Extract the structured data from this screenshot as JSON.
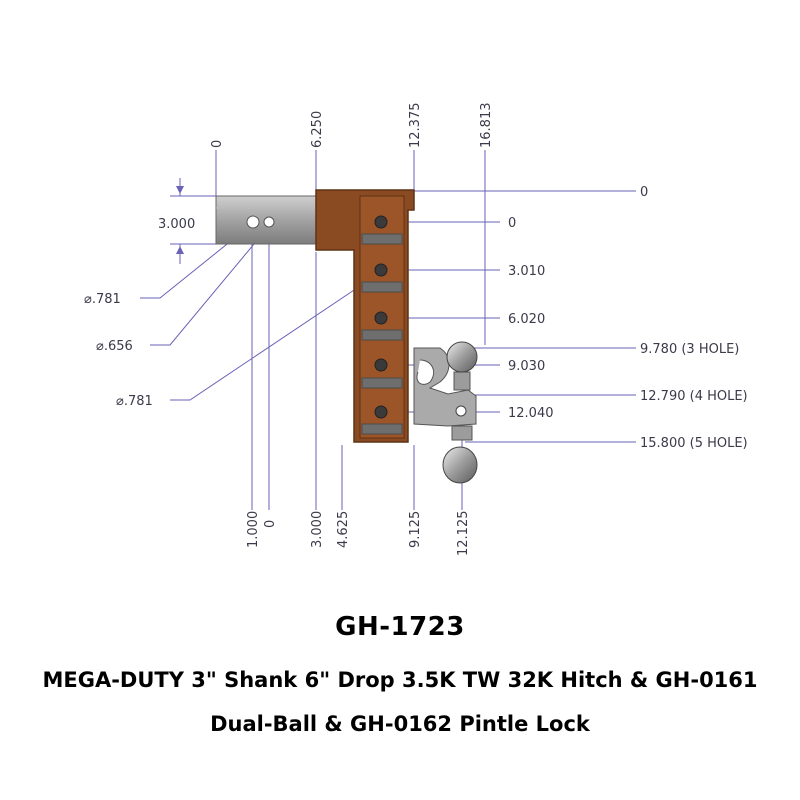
{
  "colors": {
    "leader": "#6a62b8",
    "bracket": "#8a4a22",
    "bracket_dark": "#5e3214",
    "shank": "#9a9a9a",
    "text": "#3a3a4a"
  },
  "top_dims": [
    "0",
    "6.250",
    "12.375",
    "16.813"
  ],
  "bottom_dims": [
    "1.000",
    "0",
    "3.000",
    "4.625",
    "9.125",
    "12.125"
  ],
  "right_dims": [
    "0",
    "0",
    "3.010",
    "6.020",
    "9.030",
    "12.040",
    "9.780 (3 HOLE)",
    "12.790 (4 HOLE)",
    "15.800 (5 HOLE)"
  ],
  "left_dims": [
    "3.000",
    "⌀.781",
    "⌀.656",
    "⌀.781"
  ],
  "title": {
    "model": "GH-1723",
    "line1": "MEGA-DUTY 3\" Shank 6\" Drop 3.5K TW 32K Hitch & GH-0161",
    "line2": "Dual-Ball & GH-0162 Pintle Lock"
  }
}
